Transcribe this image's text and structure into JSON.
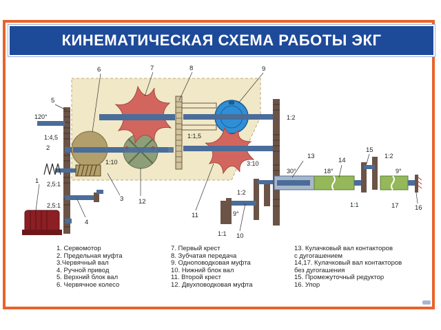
{
  "title": "КИНЕМАТИЧЕСКАЯ СХЕМА РАБОТЫ ЭКГ",
  "part_numbers": [
    "1",
    "2",
    "3",
    "4",
    "5",
    "6",
    "7",
    "8",
    "9",
    "10",
    "11",
    "12",
    "13",
    "14",
    "15",
    "16",
    "17"
  ],
  "ratios": {
    "r_1_4_5": "1:4,5",
    "r_120": "120°",
    "r_2_5_1_a": "2,5:1",
    "r_2_5_1_b": "2,5:1",
    "r_1_10": "1:10",
    "r_1_1_5": "1:1,5",
    "r_1_2_top": "1:2",
    "r_3_10": "3:10",
    "r_1_2_mid": "1:2",
    "r_1_1_bottom": "1:1",
    "r_9_bottom": "9°",
    "r_30": "30°",
    "r_18": "18°",
    "r_1_2_right": "1:2",
    "r_9_right": "9°",
    "r_1_1_right": "1:1"
  },
  "legend": {
    "col1": [
      "1. Сервомотор",
      "2. Предельная муфта",
      "3.Червячный вал",
      "4. Ручной привод",
      "5. Верхний блок вал",
      "6. Червячное колесо"
    ],
    "col2": [
      "7. Первый крест",
      "8. Зубчатая передача",
      "9. Одноповодковая муфта",
      "10. Нижний блок вал",
      "11. Второй крест",
      "12. Двухповодковая муфта"
    ],
    "col3": [
      "13. Кулачковый вал контакторов",
      "с дугогашением",
      "14,17. Кулачковый вал контакторов",
      "без дугогашения",
      "15. Промежуточный редуктор",
      "16. Упор"
    ]
  },
  "colors": {
    "frame": "#e8632a",
    "title_bg": "#1e4a9a",
    "shaft": "#4a6d9a",
    "gear": "#6b5346",
    "cross": "#d2665e",
    "clutch_single": "#2f8fd6",
    "clutch_double": "#8d9f78",
    "worm_wheel": "#b29f6c",
    "cam_shaft": "#94b85a",
    "servomotor": "#8c1f24",
    "background_panel": "#f0e8c6"
  }
}
